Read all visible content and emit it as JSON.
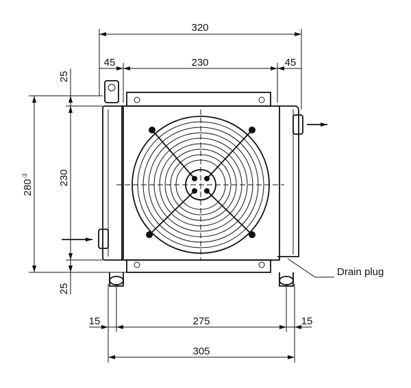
{
  "drawing": {
    "overall_width": "320",
    "left_offset": "45",
    "core_width": "230",
    "right_offset": "45",
    "overall_height": "280",
    "overall_height_tolerance": "-3",
    "core_height": "230",
    "top_offset": "25",
    "bottom_offset": "25",
    "foot_left_offset": "15",
    "foot_spacing": "275",
    "foot_right_offset": "15",
    "foot_total": "305",
    "drain_label": "Drain plug"
  }
}
